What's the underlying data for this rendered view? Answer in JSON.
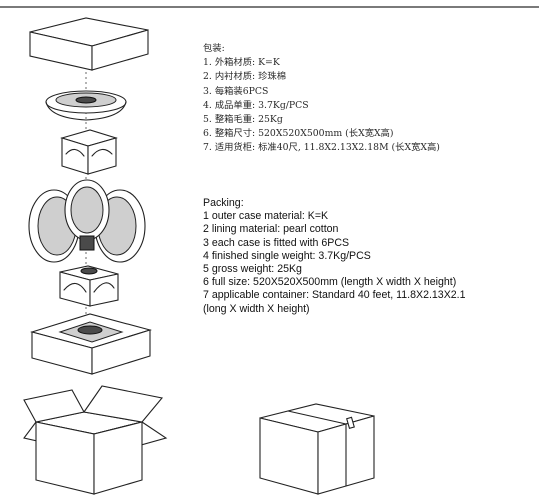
{
  "chinese_packing": {
    "heading": "包装:",
    "items": [
      "1. 外箱材质: K=K",
      "2. 内衬材质: 珍珠棉",
      "3. 每箱装6PCS",
      "4. 成品单重: 3.7Kg/PCS",
      "5. 整箱毛重: 25Kg",
      "6. 整箱尺寸: 520X520X500mm (长X宽X高)",
      "7. 适用货柜: 标准40尺, 11.8X2.13X2.18M (长X宽X高)"
    ]
  },
  "english_packing": {
    "heading": "Packing:",
    "items": [
      "1 outer case material: K=K",
      "2 lining material: pearl cotton",
      "3 each case is fitted with 6PCS",
      "4 finished single weight: 3.7Kg/PCS",
      "5 gross weight: 25Kg",
      "6 full size: 520X520X500mm (length X width X height)",
      "7 applicable container: Standard 40 feet, 11.8X2.13X2.1",
      "(long X width X height)"
    ]
  }
}
